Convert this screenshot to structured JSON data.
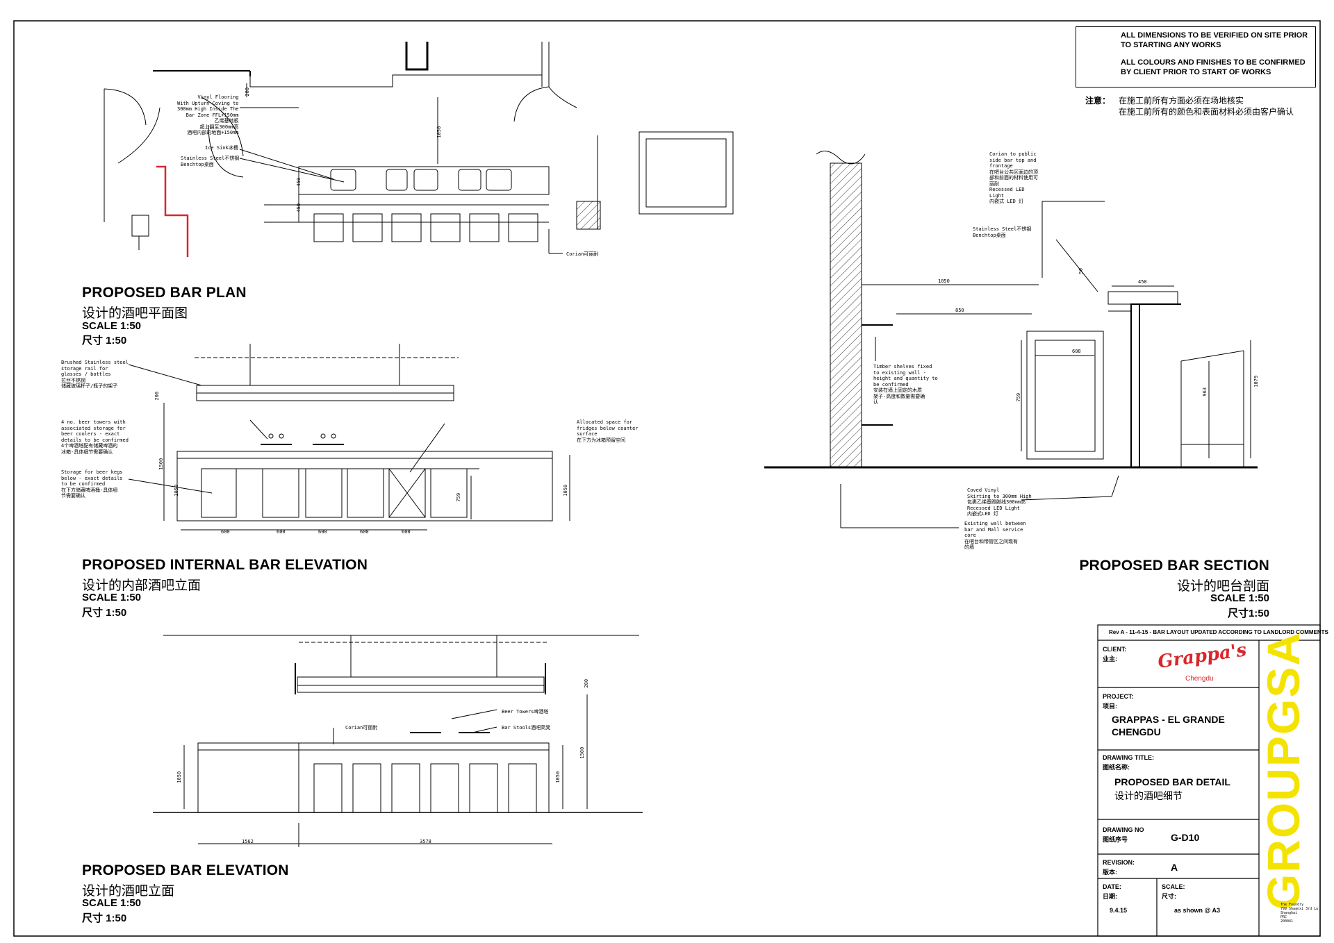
{
  "general_notes": {
    "en_1": "ALL DIMENSIONS TO BE VERIFIED ON SITE PRIOR TO STARTING ANY WORKS",
    "en_2": "ALL COLOURS AND FINISHES TO BE CONFIRMED BY CLIENT PRIOR TO START OF WORKS",
    "cn_label": "注意：",
    "cn_1": "在施工前所有方面必须在场地核实",
    "cn_2": "在施工前所有的颜色和表面材料必须由客户确认"
  },
  "bar_plan": {
    "title": "PROPOSED BAR PLAN",
    "title_cn": "设计的酒吧平面图",
    "scale": "SCALE 1:50",
    "scale_cn": "尺寸 1:50",
    "note_flooring": "Vinyl Flooring\nWith Upturn Coving to\n300mm High Inside The\nBar Zone FFL+150mm\n乙烯基地板\n超上翻至300mm高\n酒吧内部的地面+150mm",
    "note_ice_sink": "Ice Sink冰槽",
    "note_benchtop": "Stainless Steel不锈钢\nBenchtop桌面",
    "note_corian": "Corian可丽耐",
    "dim_1": "200",
    "dim_2": "1050",
    "dim_3": "450",
    "dim_4": "450"
  },
  "internal_elevation": {
    "title": "PROPOSED INTERNAL BAR ELEVATION",
    "title_cn": "设计的内部酒吧立面",
    "scale": "SCALE 1:50",
    "scale_cn": "尺寸 1:50",
    "note_rail": "Brushed Stainless steel\nstorage rail for\nglasses / bottles\n拉丝不锈钢\n储藏玻璃杯子/瓶子的架子",
    "note_towers": "4 no. beer towers with\nassociated storage for\nbeer coolers - exact\ndetails to be confirmed\n4个啤酒塔配有储藏啤酒的\n冰箱-具体细节需要确认",
    "note_kegs": "Storage for beer kegs\nbelow - exact details\nto be confirmed\n在下方储藏啤酒桶-具体细\n节需要确认",
    "note_fridges": "Allocated space for\nfridges below counter\nsurface\n在下方为冰箱预留空间",
    "dims_bottom": [
      "600",
      "600",
      "600",
      "600",
      "600"
    ],
    "dim_rail": "200",
    "dim_h1": "1500",
    "dim_h2": "1050",
    "dim_h3": "759",
    "dim_h4": "1050"
  },
  "bar_elevation": {
    "title": "PROPOSED BAR ELEVATION",
    "title_cn": "设计的酒吧立面",
    "scale": "SCALE 1:50",
    "scale_cn": "尺寸 1:50",
    "note_towers": "Beer Towers啤酒塔",
    "note_corian": "Corian可丽耐",
    "note_stools": "Bar Stools酒吧高凳",
    "dim_left": "1562",
    "dim_right": "3578",
    "dim_h1": "1050",
    "dim_h2": "1050",
    "dim_h3": "1500",
    "dim_rail": "200"
  },
  "bar_section": {
    "title": "PROPOSED BAR SECTION",
    "title_cn": "设计的吧台剖面",
    "scale": "SCALE 1:50",
    "scale_cn": "尺寸1:50",
    "note_corian": "Corian to public\nside bar top and\nfrontage\n在吧台公共区面边的顶\n部和前面的材料使用可\n丽耐\nRecessed LED\nLight\n内嵌式 LED 灯",
    "note_benchtop": "Stainless Steel不锈钢\nBenchtop桌面",
    "note_shelves": "Timber shelves fixed\nto existing wall -\nheight and quantity to\nbe confirmed\n安装在墙上固定的木质\n架子-高度和数量需要确\n认",
    "note_coved": "Coved Vinyl\nSkirting to 300mm High\n包裹乙烯基踢脚线300mm高\nRecessed LED Light\n内嵌式LED 灯",
    "note_wall": "Existing wall between\nbar and Mall service\ncore\n在吧台和带管区之间现有\n的墙",
    "dim_1050": "1050",
    "dim_850": "850",
    "dim_450": "450",
    "dim_50": "50",
    "dim_608": "608",
    "dim_759": "759",
    "dim_963": "963",
    "dim_1079": "1079"
  },
  "title_block": {
    "revision_note": "Rev A - 11-4-15 - BAR LAYOUT UPDATED ACCORDING TO LANDLORD COMMENTS",
    "client_label": "CLIENT:",
    "client_label_cn": "业主:",
    "client_logo": "Grappa's",
    "client_city": "Chengdu",
    "project_label": "PROJECT:",
    "project_label_cn": "项目:",
    "project_line1": "GRAPPAS - EL GRANDE",
    "project_line2": "CHENGDU",
    "drawing_title_label": "DRAWING TITLE:",
    "drawing_title_label_cn": "图纸名称:",
    "drawing_title": "PROPOSED BAR DETAIL",
    "drawing_title_cn": "设计的酒吧细节",
    "drawing_no_label": "DRAWING NO",
    "drawing_no_label_cn": "图纸序号",
    "drawing_no": "G-D10",
    "revision_label": "REVISION:",
    "revision_label_cn": "版本:",
    "revision": "A",
    "date_label": "DATE:",
    "date_label_cn": "日期:",
    "date": "9.4.15",
    "scale_label": "SCALE:",
    "scale_label_cn": "尺寸:",
    "scale_value": "as shown @ A3",
    "company_logo": "GROUPGSA",
    "company_address": "The Foundry\n799 Shaanxi 3rd Lu\nShanghai\nPRC\n200041",
    "accent_color": "#f4e300",
    "logo_red": "#d9262c"
  }
}
